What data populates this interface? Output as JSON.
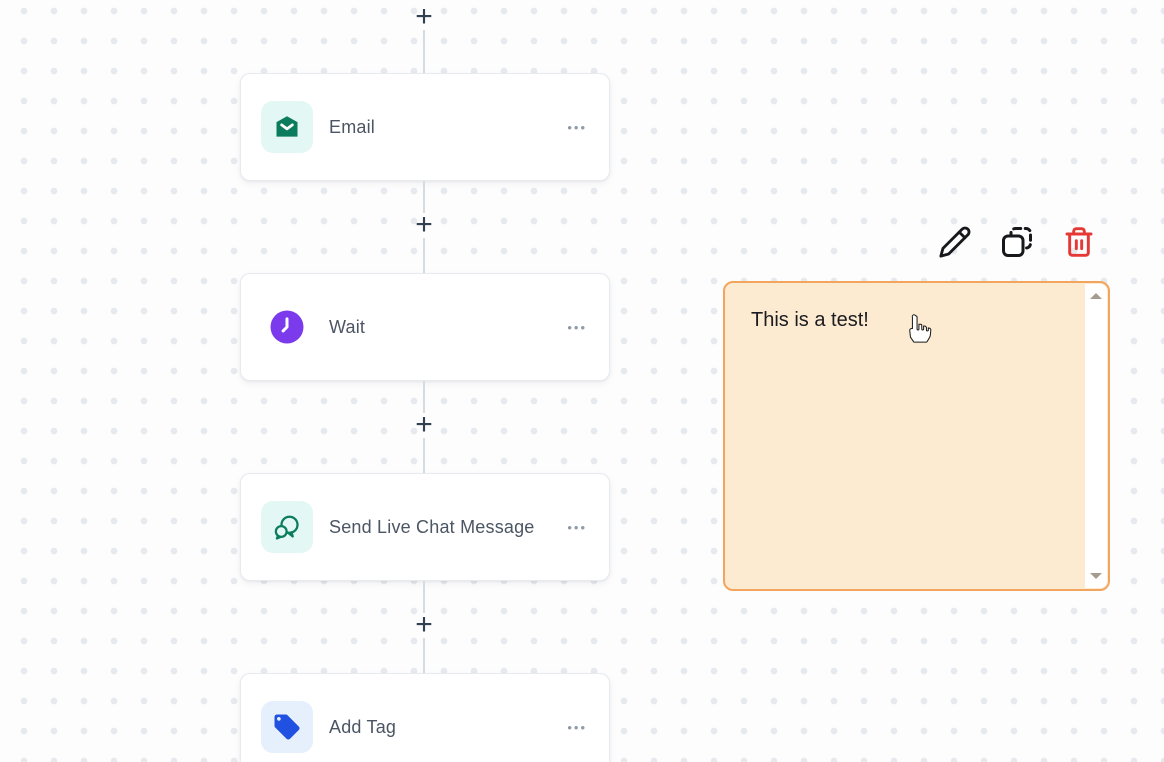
{
  "workflow": {
    "add_step_label": "+",
    "node_menu_label": "•••",
    "nodes": [
      {
        "label": "Email",
        "icon": "email-icon",
        "icon_color": "#0b7c5e",
        "icon_bg": "#e3f8f4",
        "shape": "rounded-square"
      },
      {
        "label": "Wait",
        "icon": "clock-icon",
        "icon_color": "#ffffff",
        "icon_bg": "#7c3aed",
        "shape": "circle"
      },
      {
        "label": "Send Live Chat Message",
        "icon": "chat-bubbles-icon",
        "icon_color": "#0b7c5e",
        "icon_bg": "#e3f8f4",
        "shape": "rounded-square"
      },
      {
        "label": "Add Tag",
        "icon": "tag-icon",
        "icon_color": "#2151e0",
        "icon_bg": "#e6f0fd",
        "shape": "rounded-square"
      }
    ]
  },
  "note": {
    "text": "This is a test!",
    "bg_color": "#fcebd1",
    "border_color": "#f2a55f"
  },
  "note_toolbar": {
    "icons": [
      "edit-pencil-icon",
      "duplicate-icon",
      "delete-trash-icon"
    ],
    "delete_color": "#e53935"
  },
  "cursor": {
    "type": "hand-pointer"
  }
}
